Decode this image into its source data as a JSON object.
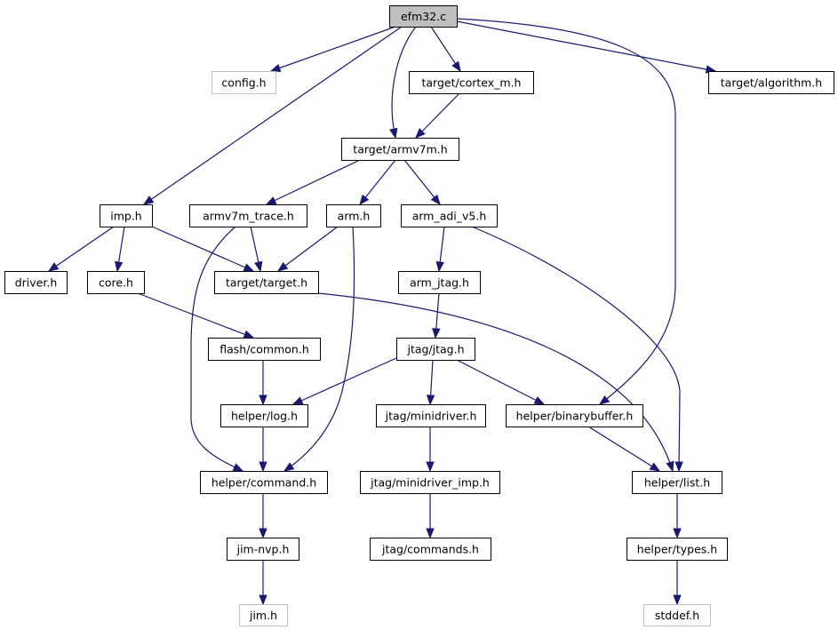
{
  "diagram": {
    "nodes": [
      {
        "id": "efm32_c",
        "label": "efm32.c",
        "style": "root"
      },
      {
        "id": "config_h",
        "label": "config.h",
        "style": "missing"
      },
      {
        "id": "cortex_m_h",
        "label": "target/cortex_m.h",
        "style": "normal"
      },
      {
        "id": "algorithm_h",
        "label": "target/algorithm.h",
        "style": "normal"
      },
      {
        "id": "armv7m_h",
        "label": "target/armv7m.h",
        "style": "normal"
      },
      {
        "id": "imp_h",
        "label": "imp.h",
        "style": "normal"
      },
      {
        "id": "armv7m_trace_h",
        "label": "armv7m_trace.h",
        "style": "normal"
      },
      {
        "id": "arm_h",
        "label": "arm.h",
        "style": "normal"
      },
      {
        "id": "arm_adi_v5_h",
        "label": "arm_adi_v5.h",
        "style": "normal"
      },
      {
        "id": "driver_h",
        "label": "driver.h",
        "style": "normal"
      },
      {
        "id": "core_h",
        "label": "core.h",
        "style": "normal"
      },
      {
        "id": "target_h",
        "label": "target/target.h",
        "style": "normal"
      },
      {
        "id": "arm_jtag_h",
        "label": "arm_jtag.h",
        "style": "normal"
      },
      {
        "id": "flash_common_h",
        "label": "flash/common.h",
        "style": "normal"
      },
      {
        "id": "jtag_h",
        "label": "jtag/jtag.h",
        "style": "normal"
      },
      {
        "id": "log_h",
        "label": "helper/log.h",
        "style": "normal"
      },
      {
        "id": "minidriver_h",
        "label": "jtag/minidriver.h",
        "style": "normal"
      },
      {
        "id": "binarybuffer_h",
        "label": "helper/binarybuffer.h",
        "style": "normal"
      },
      {
        "id": "command_h",
        "label": "helper/command.h",
        "style": "normal"
      },
      {
        "id": "minidriver_imp_h",
        "label": "jtag/minidriver_imp.h",
        "style": "normal"
      },
      {
        "id": "list_h",
        "label": "helper/list.h",
        "style": "normal"
      },
      {
        "id": "jim_nvp_h",
        "label": "jim-nvp.h",
        "style": "normal"
      },
      {
        "id": "commands_h",
        "label": "jtag/commands.h",
        "style": "normal"
      },
      {
        "id": "types_h",
        "label": "helper/types.h",
        "style": "normal"
      },
      {
        "id": "jim_h",
        "label": "jim.h",
        "style": "missing"
      },
      {
        "id": "stddef_h",
        "label": "stddef.h",
        "style": "missing"
      }
    ],
    "edges": [
      {
        "from": "efm32_c",
        "to": "config_h"
      },
      {
        "from": "efm32_c",
        "to": "cortex_m_h"
      },
      {
        "from": "efm32_c",
        "to": "algorithm_h"
      },
      {
        "from": "efm32_c",
        "to": "armv7m_h"
      },
      {
        "from": "efm32_c",
        "to": "imp_h"
      },
      {
        "from": "efm32_c",
        "to": "binarybuffer_h"
      },
      {
        "from": "cortex_m_h",
        "to": "armv7m_h"
      },
      {
        "from": "armv7m_h",
        "to": "armv7m_trace_h"
      },
      {
        "from": "armv7m_h",
        "to": "arm_h"
      },
      {
        "from": "armv7m_h",
        "to": "arm_adi_v5_h"
      },
      {
        "from": "imp_h",
        "to": "driver_h"
      },
      {
        "from": "imp_h",
        "to": "core_h"
      },
      {
        "from": "imp_h",
        "to": "target_h"
      },
      {
        "from": "armv7m_trace_h",
        "to": "target_h"
      },
      {
        "from": "armv7m_trace_h",
        "to": "command_h"
      },
      {
        "from": "arm_h",
        "to": "target_h"
      },
      {
        "from": "arm_h",
        "to": "command_h"
      },
      {
        "from": "arm_adi_v5_h",
        "to": "arm_jtag_h"
      },
      {
        "from": "arm_adi_v5_h",
        "to": "list_h"
      },
      {
        "from": "core_h",
        "to": "flash_common_h"
      },
      {
        "from": "target_h",
        "to": "list_h"
      },
      {
        "from": "arm_jtag_h",
        "to": "jtag_h"
      },
      {
        "from": "flash_common_h",
        "to": "log_h"
      },
      {
        "from": "jtag_h",
        "to": "log_h"
      },
      {
        "from": "jtag_h",
        "to": "minidriver_h"
      },
      {
        "from": "jtag_h",
        "to": "binarybuffer_h"
      },
      {
        "from": "log_h",
        "to": "command_h"
      },
      {
        "from": "minidriver_h",
        "to": "minidriver_imp_h"
      },
      {
        "from": "binarybuffer_h",
        "to": "list_h"
      },
      {
        "from": "command_h",
        "to": "jim_nvp_h"
      },
      {
        "from": "minidriver_imp_h",
        "to": "commands_h"
      },
      {
        "from": "list_h",
        "to": "types_h"
      },
      {
        "from": "jim_nvp_h",
        "to": "jim_h"
      },
      {
        "from": "types_h",
        "to": "stddef_h"
      }
    ]
  },
  "colors": {
    "edge": "#191970",
    "root_fill": "#bfbfbf",
    "missing_border": "#bfbfbf",
    "node_border": "#000000"
  }
}
